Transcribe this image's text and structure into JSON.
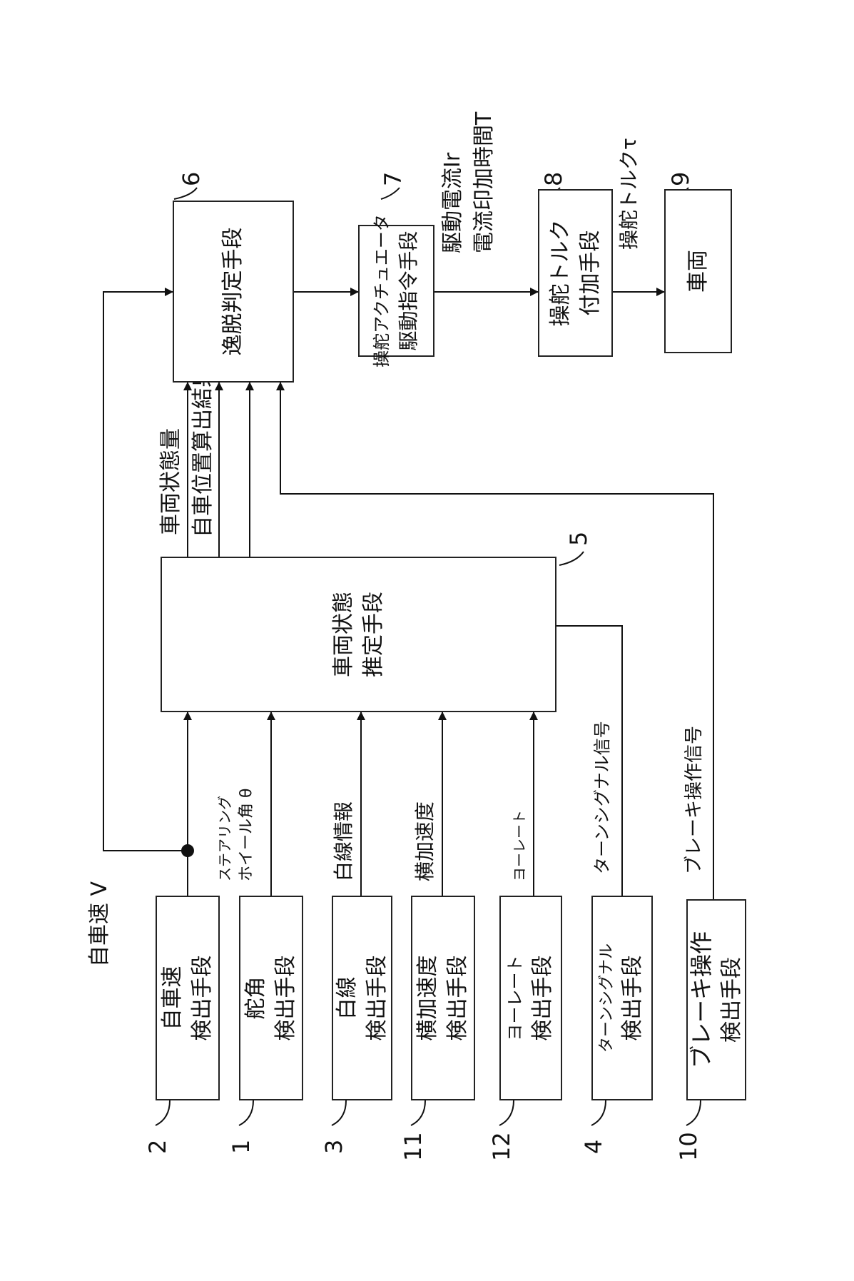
{
  "inputs": [
    {
      "ref": "2",
      "line1": "自車速",
      "line2": "検出手段"
    },
    {
      "ref": "1",
      "line1": "舵角",
      "line2": "検出手段"
    },
    {
      "ref": "3",
      "line1": "白線",
      "line2": "検出手段"
    },
    {
      "ref": "11",
      "line1": "横加速度",
      "line2": "検出手段"
    },
    {
      "ref": "12",
      "line1": "ヨーレート",
      "line2": "検出手段"
    },
    {
      "ref": "4",
      "line1": "ターンシグナル",
      "line2": "検出手段"
    },
    {
      "ref": "10",
      "line1": "ブレーキ操作",
      "line2": "検出手段"
    }
  ],
  "signals": {
    "speed": "自車速 V",
    "steer_line1": "ステアリング",
    "steer_line2": "ホイール角 θ",
    "whiteline": "白線情報",
    "lateral": "横加速度",
    "yaw": "ヨーレート",
    "turn": "ターンシグナル信号",
    "brake": "ブレーキ操作信号",
    "state": "車両状態量",
    "position": "自車位置算出結果",
    "drive_current": "駆動電流Ir",
    "apply_time": "電流印加時間T",
    "torque": "操舵トルクτ"
  },
  "blocks": {
    "estimator": {
      "ref": "5",
      "line1": "車両状態",
      "line2": "推定手段"
    },
    "departure": {
      "ref": "6",
      "line1": "逸脱判定手段"
    },
    "actuator": {
      "ref": "7",
      "line1": "操舵アクチュエータ",
      "line2": "駆動指令手段"
    },
    "torque": {
      "ref": "8",
      "line1": "操舵トルク",
      "line2": "付加手段"
    },
    "vehicle": {
      "ref": "9",
      "line1": "車両"
    }
  }
}
